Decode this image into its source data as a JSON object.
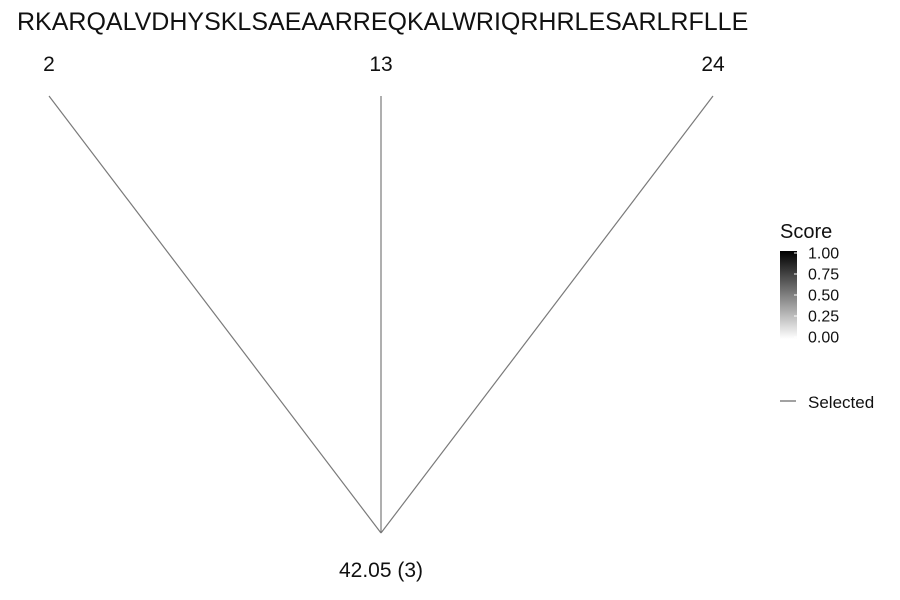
{
  "sequence": "RKARQALVDHYSKLSAEAARREQKALWRIQRHRLESARLRFLLE",
  "positions": [
    {
      "label": "2",
      "index": 2
    },
    {
      "label": "13",
      "index": 13
    },
    {
      "label": "24",
      "index": 24
    }
  ],
  "root": {
    "label": "42.05 (3)"
  },
  "legend": {
    "title": "Score",
    "ticks": [
      "1.00",
      "0.75",
      "0.50",
      "0.25",
      "0.00"
    ],
    "color_high": "#000000",
    "color_low": "#ffffff",
    "selected_label": "Selected",
    "line_color": "#7a7a7a"
  }
}
